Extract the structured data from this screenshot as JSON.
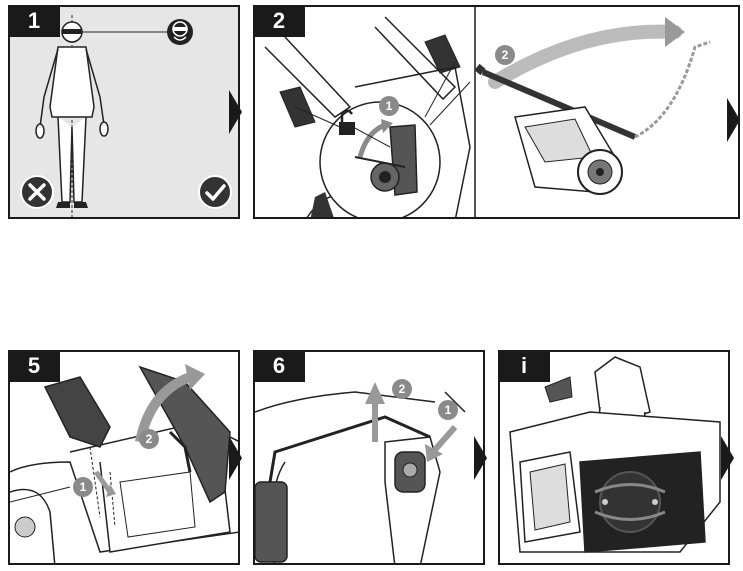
{
  "steps": [
    {
      "label": "1"
    },
    {
      "label": "2"
    },
    {
      "label": "5"
    },
    {
      "label": "6"
    },
    {
      "label": "i"
    }
  ],
  "callouts": {
    "s2_lock": "1",
    "s2_fold": "2",
    "s5_a": "1",
    "s5_b": "2",
    "s6_a": "1",
    "s6_b": "2"
  },
  "icons": {
    "wrong": "cross-circle-icon",
    "right": "check-circle-icon",
    "eye_protection": "safety-glasses-icon",
    "unlock": "padlock-open-icon"
  },
  "colors": {
    "frame": "#1a1a1a",
    "callout": "#8a8a8a",
    "panel_gray": "#e6e6e6"
  }
}
